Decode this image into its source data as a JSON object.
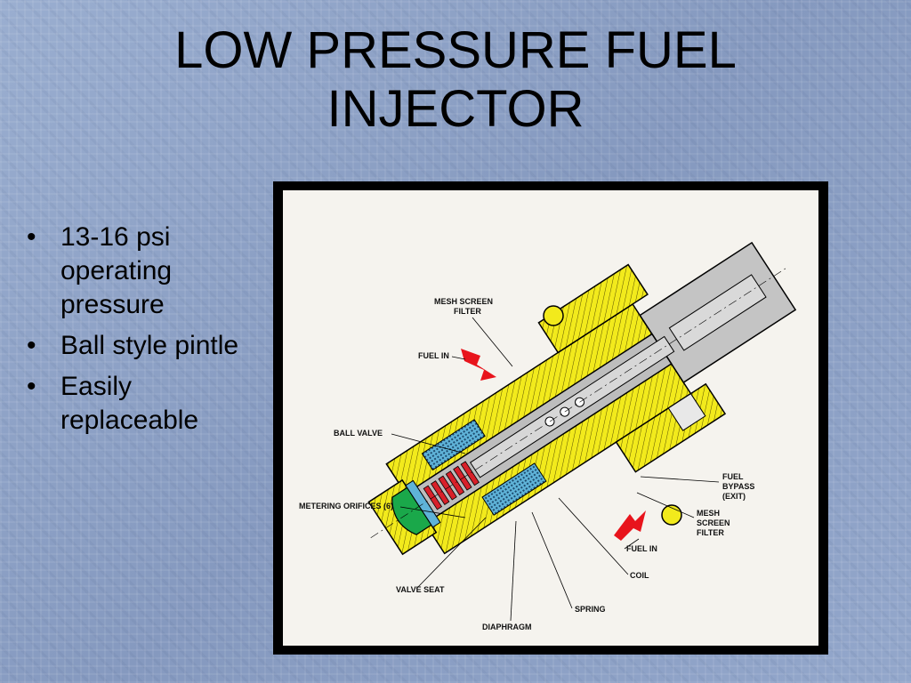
{
  "slide": {
    "title": "LOW PRESSURE FUEL INJECTOR",
    "bullets": [
      "13-16 psi operating pressure",
      "Ball style pintle",
      "Easily replaceable"
    ]
  },
  "diagram": {
    "labels": {
      "mesh_top_1": "MESH SCREEN",
      "mesh_top_2": "FILTER",
      "fuel_in_top": "FUEL IN",
      "ball_valve": "BALL VALVE",
      "metering": "METERING ORIFICES (6)",
      "valve_seat": "VALVE SEAT",
      "diaphragm": "DIAPHRAGM",
      "spring": "SPRING",
      "coil": "COIL",
      "fuel_in_bottom": "FUEL IN",
      "mesh_right_1": "MESH",
      "mesh_right_2": "SCREEN",
      "mesh_right_3": "FILTER",
      "bypass_1": "FUEL",
      "bypass_2": "BYPASS",
      "bypass_3": "(EXIT)"
    },
    "colors": {
      "housing": "#f2ea1c",
      "metal": "#bcbcbc",
      "arrow": "#e8141c",
      "spring": "#d8202a",
      "valve": "#1aa84a",
      "filter": "#5fb3d8"
    }
  }
}
